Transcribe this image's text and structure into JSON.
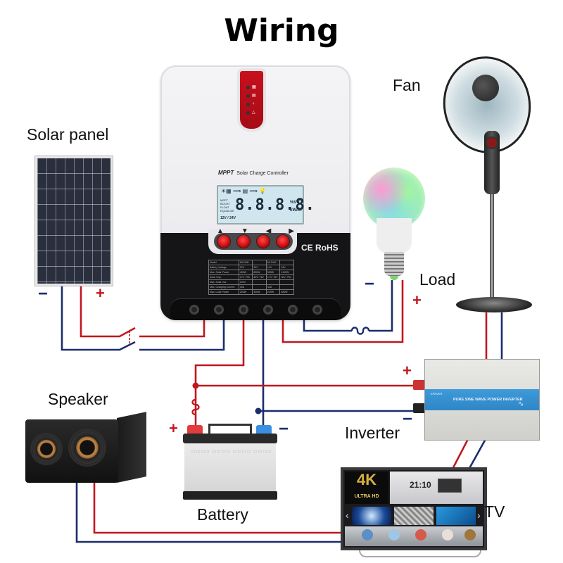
{
  "title": "Wiring",
  "labels": {
    "solar_panel": "Solar panel",
    "fan": "Fan",
    "load": "Load",
    "speaker": "Speaker",
    "inverter": "Inverter",
    "battery": "Battery",
    "tv": "TV"
  },
  "polarity": {
    "plus": "+",
    "minus": "−"
  },
  "colors": {
    "positive_wire": "#c0171f",
    "negative_wire": "#1a2d6e",
    "controller_accent": "#c8101c",
    "inverter_band": "#3a93d4"
  },
  "controller": {
    "brand_bold": "MPPT",
    "brand_text": "Solar Charge Controller",
    "lcd_digits": "8.8.8.8.",
    "lcd_unit_top": "%V°C",
    "lcd_unit_bottom": "kWAh",
    "lcd_modes": [
      "MPPT",
      "BOOST",
      "FLOAT",
      "EQUALIZE"
    ],
    "lcd_voltage": "12V / 24V",
    "lcd_flow": "☀▦ ⟹ ▤ ⟹ 💡",
    "nav_arrows": [
      "▲",
      "▼",
      "◀",
      "▶"
    ],
    "certifications": "CE  RoHS",
    "led_icons": [
      "solar",
      "battery",
      "load",
      "warning"
    ],
    "spec_table": {
      "rows": [
        [
          "Model",
          "ML2430",
          "",
          "ML2440",
          ""
        ],
        [
          "Battery Voltage",
          "12V",
          "24V",
          "12V",
          "24V"
        ],
        [
          "Max. Solar Power",
          "400W",
          "800W",
          "550W",
          "1100W"
        ],
        [
          "Solar Vmp",
          "17V~75V",
          "30V~75V",
          "17V~75V",
          "30V~75V"
        ],
        [
          "Max. Solar Voc",
          "100V",
          "",
          "",
          ""
        ],
        [
          "Max. Charging Current",
          "30A",
          "",
          "40A",
          ""
        ],
        [
          "Max. Load Power",
          "200W",
          "400W",
          "200W",
          "480W"
        ]
      ]
    },
    "terminal_count": 6
  },
  "inverter": {
    "brand": "EPEVER",
    "text": "PURE SINE WAVE POWER INVERTER",
    "sine": "∿"
  },
  "tv": {
    "badge_big": "4K",
    "badge_small": "ULTRA HD",
    "time": "21:10",
    "nav_left": "‹",
    "nav_right": "›"
  },
  "battery": {
    "vents": "▭▭▭▭ ▭▭▭▭ ▭▭▭▭ ▭▭▭▭"
  }
}
